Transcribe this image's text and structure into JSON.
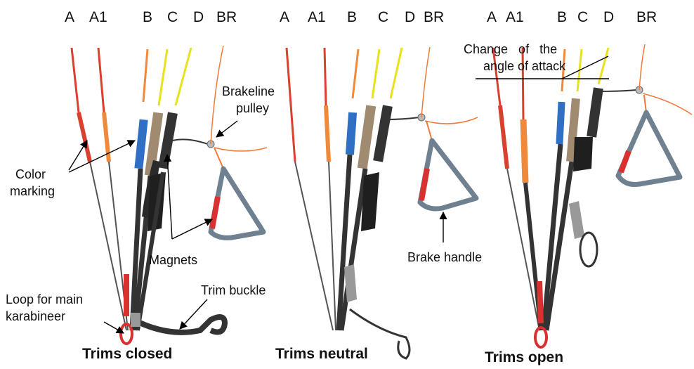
{
  "riser_labels": {
    "closed": [
      "A",
      "A1",
      "B",
      "C",
      "D",
      "BR"
    ],
    "neutral": [
      "A",
      "A1",
      "B",
      "C",
      "D",
      "BR"
    ],
    "open": [
      "A",
      "A1",
      "B",
      "C",
      "D",
      "BR"
    ]
  },
  "annotations": {
    "color_marking_1": "Color",
    "color_marking_2": "marking",
    "brakeline_pulley_1": "Brakeline",
    "brakeline_pulley_2": "pulley",
    "magnets": "Magnets",
    "loop_1": "Loop for main",
    "loop_2": "karabineer",
    "trim_buckle": "Trim buckle",
    "brake_handle": "Brake handle",
    "aoa_1": "Change   of   the",
    "aoa_2": "angle of attack"
  },
  "titles": {
    "closed": "Trims closed",
    "neutral": "Trims neutral",
    "open": "Trims open"
  },
  "colors": {
    "a_line": "#d9402e",
    "a1_line": "#f08a3a",
    "b_marking": "#2f6fc4",
    "yellow_line": "#e8e21a",
    "webbing": "#3a3a3a",
    "handle": "#6f8090",
    "loop": "#d93030"
  }
}
